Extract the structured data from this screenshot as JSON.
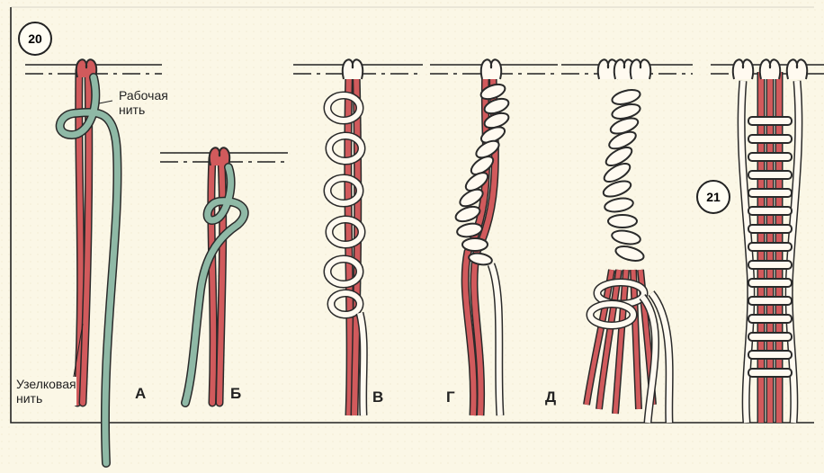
{
  "figures": {
    "left": "20",
    "right": "21"
  },
  "labels": {
    "working_thread": [
      "Рабочая",
      "нить"
    ],
    "knot_thread": [
      "Узелковая",
      "нить"
    ]
  },
  "panels": [
    "А",
    "Б",
    "В",
    "Г",
    "Д"
  ],
  "colors": {
    "background": "#fbf7e6",
    "red_thread": "#d15a5c",
    "green_thread": "#8fb9a6",
    "white_thread": "#fffaf0",
    "outline": "#2a2a2a"
  }
}
